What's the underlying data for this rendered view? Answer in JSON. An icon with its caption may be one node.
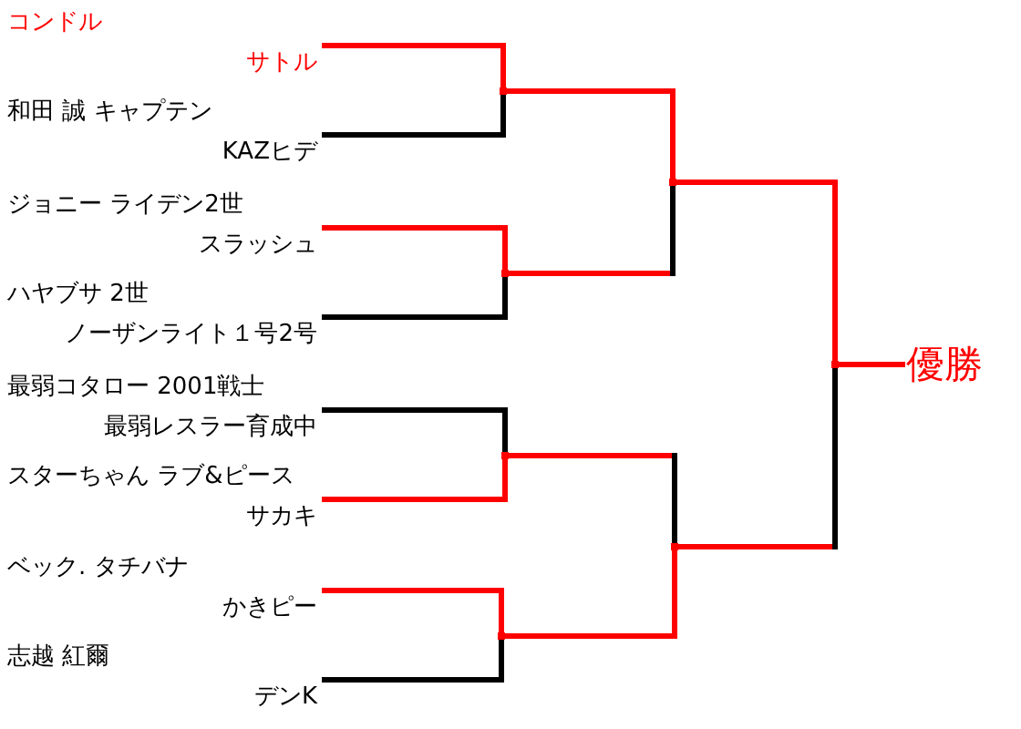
{
  "diagram": {
    "nodes": [
      {
        "text": [
          "コンドル",
          "サトル"
        ]
      },
      {
        "text": [
          "和田 誠 キャプテン",
          "KAZヒデ"
        ]
      },
      {
        "text": [
          "ジョニー ライデン2世",
          "スラッシュ"
        ]
      },
      {
        "text": [
          "ハヤブサ 2世",
          "ノーザンライト１号2号"
        ]
      },
      {
        "text": [
          "最弱コタロー 2001戦士",
          "最弱レスラー育成中"
        ]
      },
      {
        "text": [
          "スターちゃん ラブ&ピース",
          "サカキ"
        ]
      },
      {
        "text": [
          "ベック. タチバナ",
          "かきピー"
        ]
      },
      {
        "text": [
          "志越 紅爾",
          "デンK"
        ]
      },
      {
        "text": [],
        "shape": "point"
      },
      {
        "text": [],
        "shape": "point"
      },
      {
        "text": [],
        "shape": "point"
      },
      {
        "text": [],
        "shape": "point"
      },
      {
        "text": [],
        "shape": "point"
      },
      {
        "text": [],
        "shape": "point"
      },
      {
        "text": [],
        "shape": "point"
      },
      {
        "text": [
          "優勝"
        ]
      }
    ],
    "edges": [
      {
        "from": 0,
        "to": 8,
        "arrow": "none",
        "color": "#ff0000"
      },
      {
        "from": 1,
        "to": 8,
        "arrow": "none",
        "color": "#000000"
      },
      {
        "from": 2,
        "to": 9,
        "arrow": "none",
        "color": "#ff0000"
      },
      {
        "from": 3,
        "to": 9,
        "arrow": "none",
        "color": "#000000"
      },
      {
        "from": 4,
        "to": 10,
        "arrow": "none",
        "color": "#000000"
      },
      {
        "from": 5,
        "to": 10,
        "arrow": "none",
        "color": "#ff0000"
      },
      {
        "from": 6,
        "to": 11,
        "arrow": "none",
        "color": "#ff0000"
      },
      {
        "from": 7,
        "to": 11,
        "arrow": "none",
        "color": "#000000"
      },
      {
        "from": 8,
        "to": 12,
        "arrow": "none",
        "color": "#ff0000"
      },
      {
        "from": 9,
        "to": 12,
        "arrow": "none",
        "color": "#000000"
      },
      {
        "from": 10,
        "to": 13,
        "arrow": "none",
        "color": "#000000"
      },
      {
        "from": 11,
        "to": 13,
        "arrow": "none",
        "color": "#ff0000"
      },
      {
        "from": 12,
        "to": 14,
        "arrow": "none",
        "color": "#ff0000"
      },
      {
        "from": 13,
        "to": 14,
        "arrow": "none",
        "color": "#000000"
      },
      {
        "from": 14,
        "to": 15,
        "arrow": "none",
        "color": "#ff0000"
      }
    ]
  }
}
